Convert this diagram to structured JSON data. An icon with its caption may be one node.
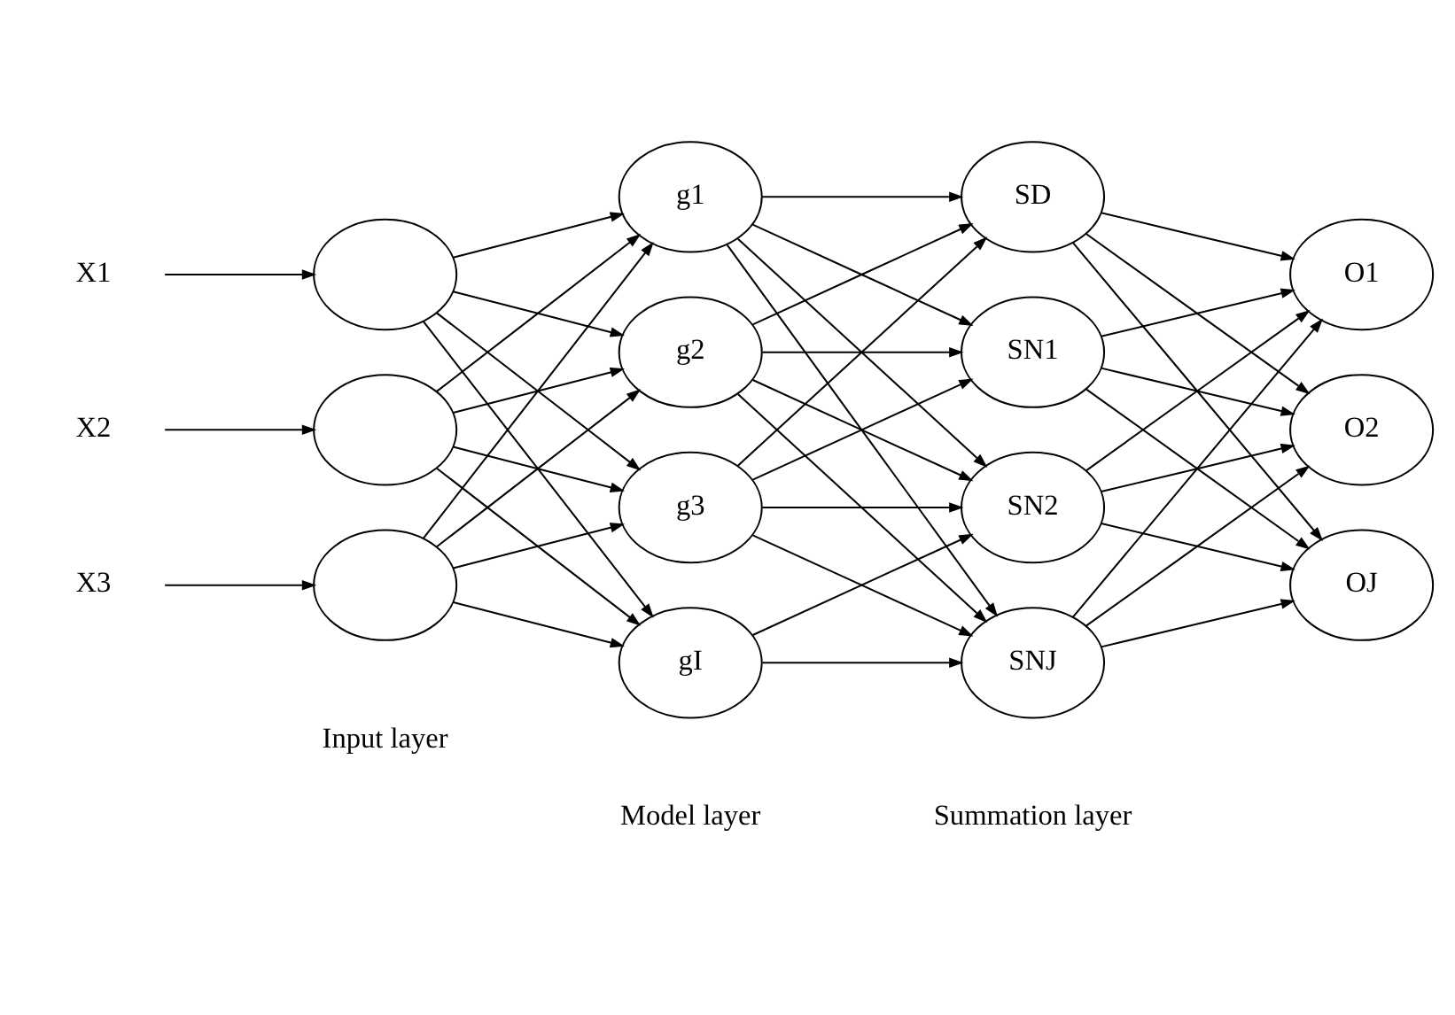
{
  "diagram": {
    "nodes": [
      {
        "text": [
          "X1"
        ]
      },
      {
        "text": [
          "X2"
        ]
      },
      {
        "text": [
          "X3"
        ]
      },
      {
        "text": [],
        "shape": "ellipse"
      },
      {
        "text": [],
        "shape": "ellipse"
      },
      {
        "text": [],
        "shape": "ellipse"
      },
      {
        "text": [
          "g1"
        ]
      },
      {
        "text": [
          "g2"
        ]
      },
      {
        "text": [
          "g3"
        ]
      },
      {
        "text": [
          "gI"
        ]
      },
      {
        "text": [
          "SD"
        ]
      },
      {
        "text": [
          "SN1"
        ]
      },
      {
        "text": [
          "SN2"
        ]
      },
      {
        "text": [
          "SNJ"
        ]
      },
      {
        "text": [
          "O1"
        ]
      },
      {
        "text": [
          "O2"
        ]
      },
      {
        "text": [
          "OJ"
        ]
      }
    ],
    "edges": [
      {
        "from": 0,
        "to": 3,
        "arrow": "to"
      },
      {
        "from": 1,
        "to": 4,
        "arrow": "to"
      },
      {
        "from": 2,
        "to": 5,
        "arrow": "to"
      },
      {
        "from": 3,
        "to": 6,
        "arrow": "to"
      },
      {
        "from": 3,
        "to": 7,
        "arrow": "to"
      },
      {
        "from": 3,
        "to": 8,
        "arrow": "to"
      },
      {
        "from": 3,
        "to": 9,
        "arrow": "to"
      },
      {
        "from": 4,
        "to": 6,
        "arrow": "to"
      },
      {
        "from": 4,
        "to": 7,
        "arrow": "to"
      },
      {
        "from": 4,
        "to": 8,
        "arrow": "to"
      },
      {
        "from": 4,
        "to": 9,
        "arrow": "to"
      },
      {
        "from": 5,
        "to": 6,
        "arrow": "to"
      },
      {
        "from": 5,
        "to": 7,
        "arrow": "to"
      },
      {
        "from": 5,
        "to": 8,
        "arrow": "to"
      },
      {
        "from": 5,
        "to": 9,
        "arrow": "to"
      },
      {
        "from": 6,
        "to": 10,
        "arrow": "to"
      },
      {
        "from": 6,
        "to": 11,
        "arrow": "to"
      },
      {
        "from": 6,
        "to": 12,
        "arrow": "to"
      },
      {
        "from": 6,
        "to": 13,
        "arrow": "to"
      },
      {
        "from": 7,
        "to": 10,
        "arrow": "to"
      },
      {
        "from": 7,
        "to": 11,
        "arrow": "to"
      },
      {
        "from": 7,
        "to": 12,
        "arrow": "to"
      },
      {
        "from": 7,
        "to": 13,
        "arrow": "to"
      },
      {
        "from": 8,
        "to": 10,
        "arrow": "to"
      },
      {
        "from": 8,
        "to": 11,
        "arrow": "to"
      },
      {
        "from": 8,
        "to": 12,
        "arrow": "to"
      },
      {
        "from": 8,
        "to": 13,
        "arrow": "to"
      },
      {
        "from": 9,
        "to": 12,
        "arrow": "to"
      },
      {
        "from": 9,
        "to": 13,
        "arrow": "to"
      },
      {
        "from": 10,
        "to": 14,
        "arrow": "to"
      },
      {
        "from": 10,
        "to": 15,
        "arrow": "to"
      },
      {
        "from": 10,
        "to": 16,
        "arrow": "to"
      },
      {
        "from": 11,
        "to": 14,
        "arrow": "to"
      },
      {
        "from": 11,
        "to": 15,
        "arrow": "to"
      },
      {
        "from": 11,
        "to": 16,
        "arrow": "to"
      },
      {
        "from": 12,
        "to": 14,
        "arrow": "to"
      },
      {
        "from": 12,
        "to": 15,
        "arrow": "to"
      },
      {
        "from": 12,
        "to": 16,
        "arrow": "to"
      },
      {
        "from": 13,
        "to": 14,
        "arrow": "to"
      },
      {
        "from": 13,
        "to": 15,
        "arrow": "to"
      },
      {
        "from": 13,
        "to": 16,
        "arrow": "to"
      }
    ],
    "labels": [
      "Input layer",
      "Model layer",
      "Summation layer"
    ]
  }
}
